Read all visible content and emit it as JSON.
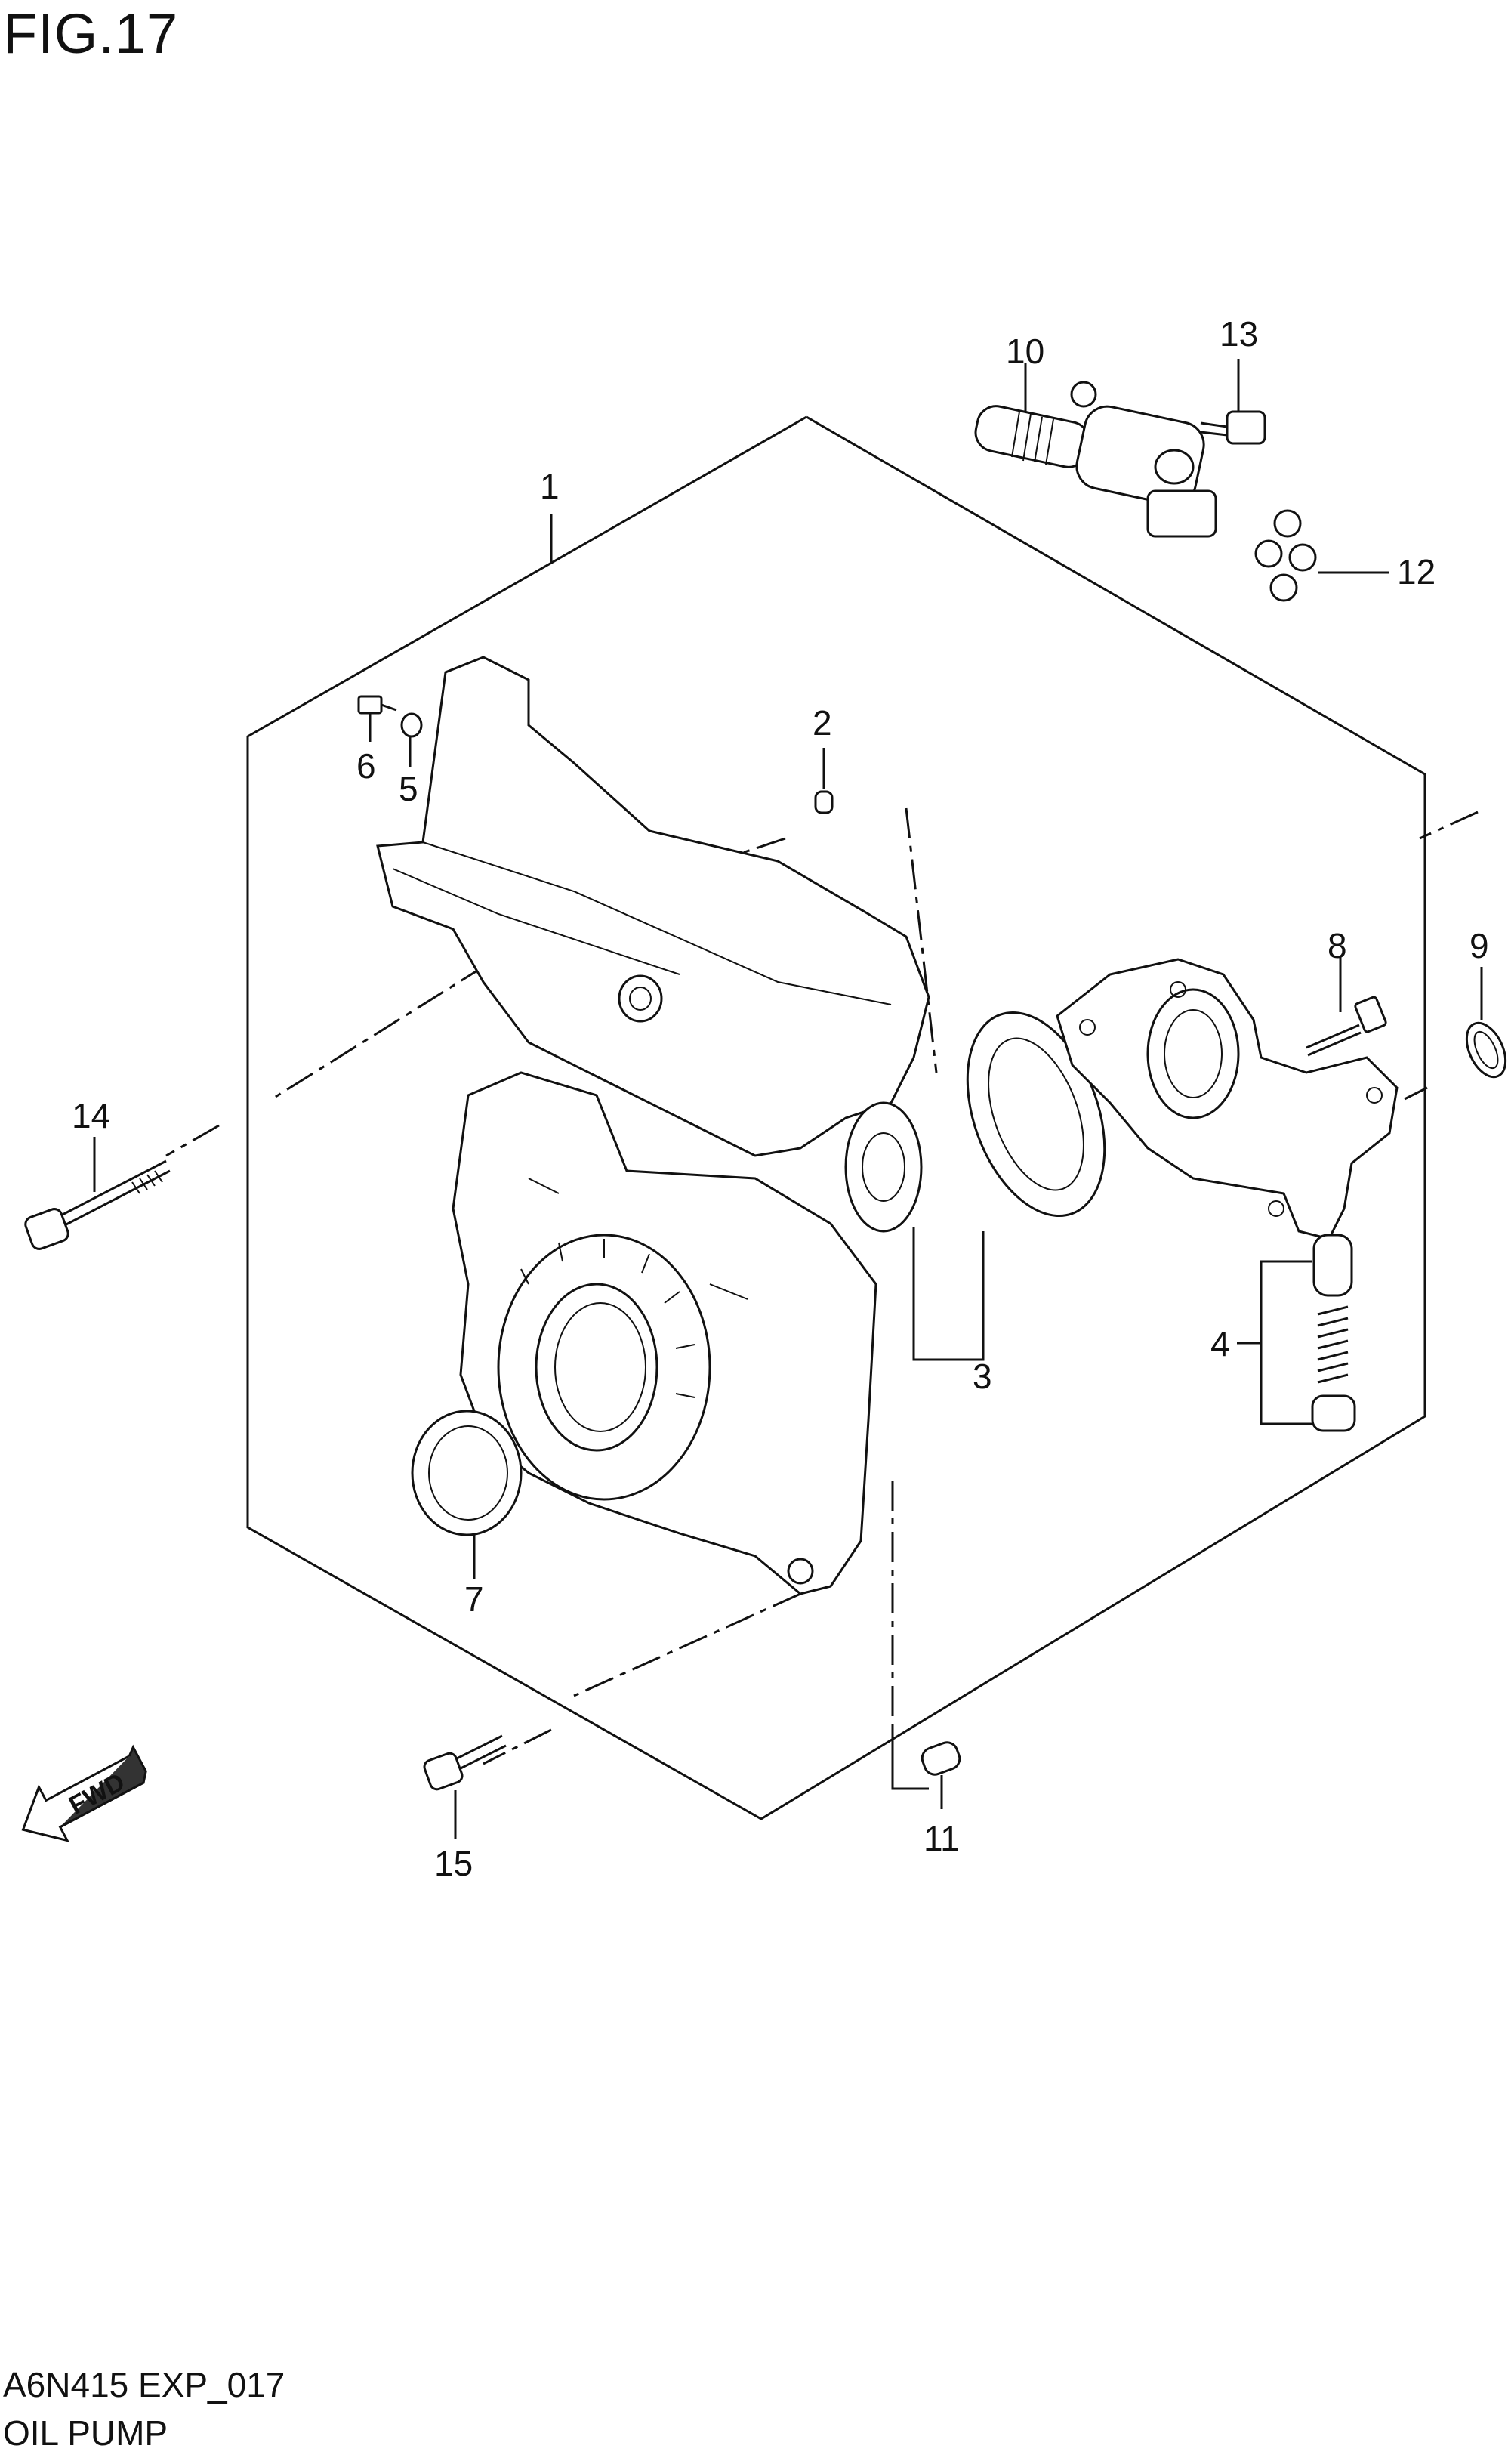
{
  "figure": {
    "title": "FIG.17",
    "code": "A6N415 EXP_017",
    "name": "OIL PUMP"
  },
  "callouts": [
    {
      "id": "1",
      "label": "1"
    },
    {
      "id": "2",
      "label": "2"
    },
    {
      "id": "3",
      "label": "3"
    },
    {
      "id": "4",
      "label": "4"
    },
    {
      "id": "5",
      "label": "5"
    },
    {
      "id": "6",
      "label": "6"
    },
    {
      "id": "7",
      "label": "7"
    },
    {
      "id": "8",
      "label": "8"
    },
    {
      "id": "9",
      "label": "9"
    },
    {
      "id": "10",
      "label": "10"
    },
    {
      "id": "11",
      "label": "11"
    },
    {
      "id": "12",
      "label": "12"
    },
    {
      "id": "13",
      "label": "13"
    },
    {
      "id": "14",
      "label": "14"
    },
    {
      "id": "15",
      "label": "15"
    }
  ],
  "fwd_arrow": {
    "label": "FWD",
    "icon": "fwd-arrow-icon"
  },
  "colors": {
    "ink": "#111111",
    "background": "#ffffff"
  }
}
